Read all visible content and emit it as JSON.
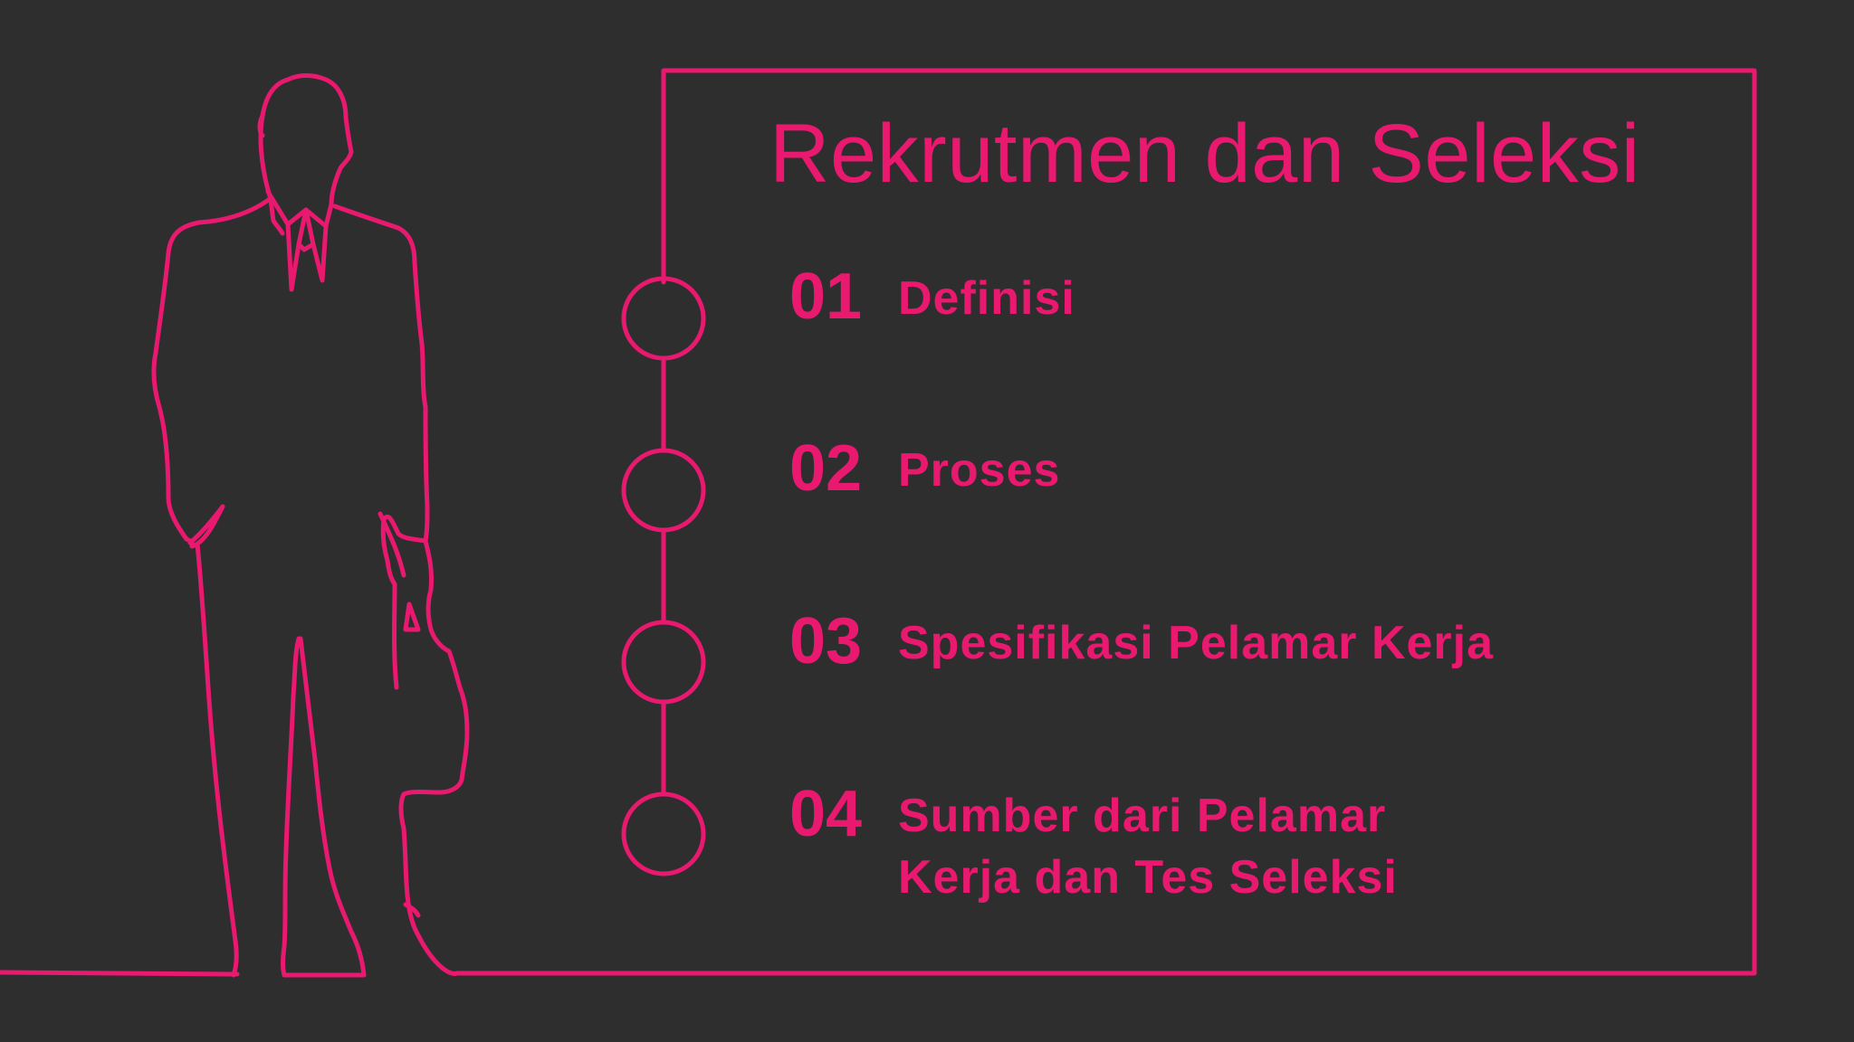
{
  "slide": {
    "title": "Rekrutmen dan Seleksi",
    "accent_color": "#e8196e",
    "background_color": "#2f2e2f",
    "illustration": "businessman-outline-with-briefcase",
    "items": [
      {
        "number": "01",
        "label": "Definisi"
      },
      {
        "number": "02",
        "label": "Proses"
      },
      {
        "number": "03",
        "label": "Spesifikasi Pelamar Kerja"
      },
      {
        "number": "04",
        "label_line1": "Sumber dari Pelamar",
        "label_line2": "Kerja dan Tes Seleksi"
      }
    ]
  }
}
